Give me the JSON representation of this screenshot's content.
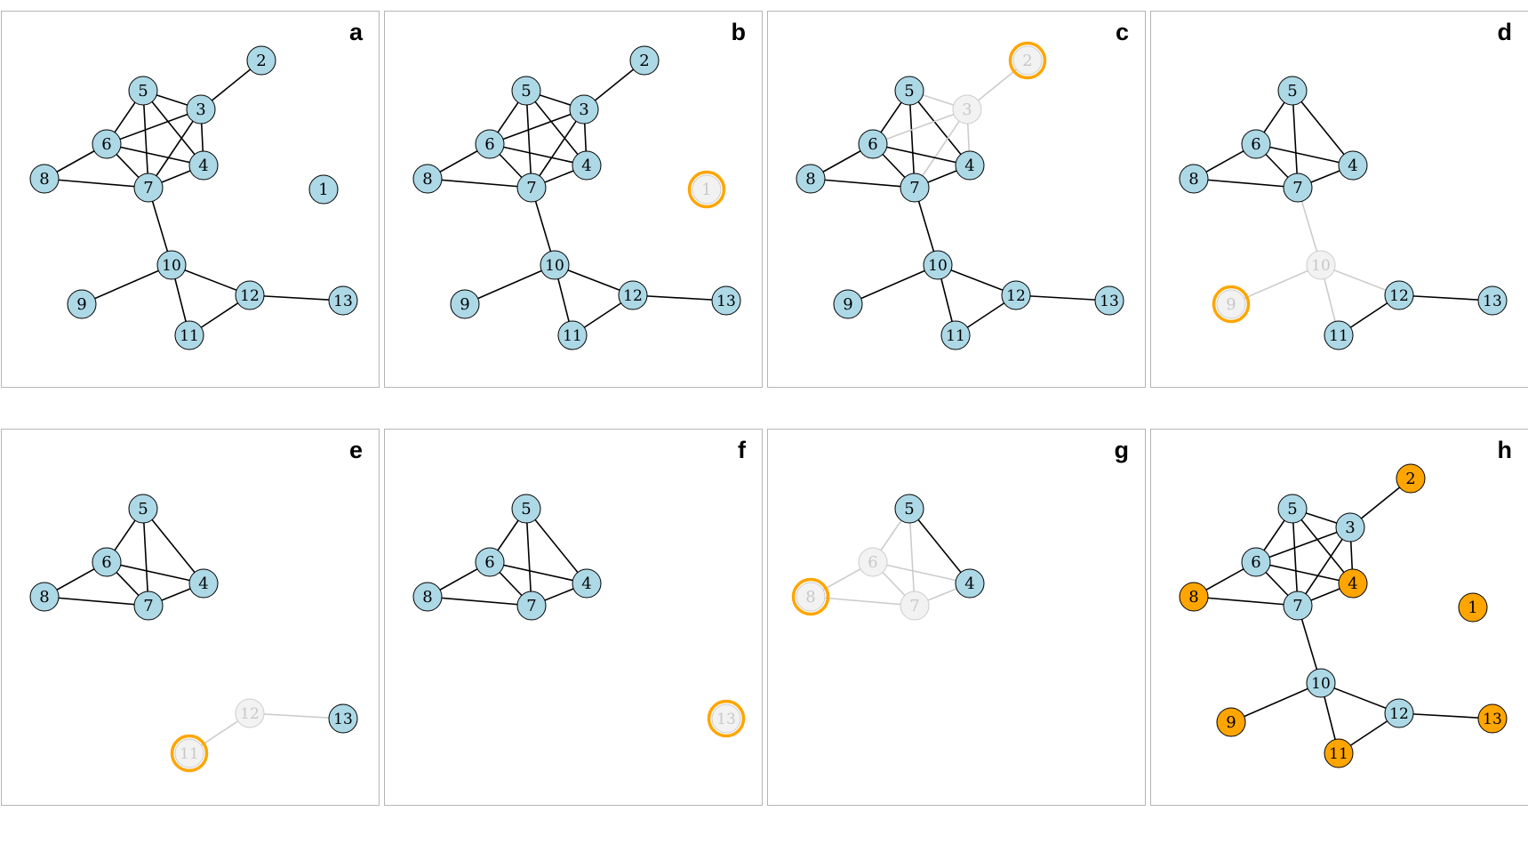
{
  "colors": {
    "default": "#add8e6",
    "removed": "#f2f2f2",
    "removed_stroke": "#cccccc",
    "highlight_ring": "#ffa500",
    "orange_fill": "#ffa500",
    "edge": "#000000",
    "edge_removed": "#cccccc"
  },
  "nodes": [
    "1",
    "2",
    "3",
    "4",
    "5",
    "6",
    "7",
    "8",
    "9",
    "10",
    "11",
    "12",
    "13"
  ],
  "edges": [
    [
      "2",
      "3"
    ],
    [
      "5",
      "3"
    ],
    [
      "5",
      "6"
    ],
    [
      "5",
      "7"
    ],
    [
      "5",
      "4"
    ],
    [
      "3",
      "6"
    ],
    [
      "3",
      "4"
    ],
    [
      "3",
      "7"
    ],
    [
      "6",
      "4"
    ],
    [
      "6",
      "7"
    ],
    [
      "6",
      "8"
    ],
    [
      "8",
      "7"
    ],
    [
      "7",
      "4"
    ],
    [
      "7",
      "10"
    ],
    [
      "10",
      "9"
    ],
    [
      "10",
      "12"
    ],
    [
      "10",
      "11"
    ],
    [
      "12",
      "11"
    ],
    [
      "12",
      "13"
    ]
  ],
  "panels": [
    {
      "label": "a",
      "hidden": [],
      "faded": [],
      "ringed": [],
      "orange": []
    },
    {
      "label": "b",
      "hidden": [],
      "faded": [
        "1"
      ],
      "ringed": [
        "1"
      ],
      "orange": []
    },
    {
      "label": "c",
      "hidden": [
        "1"
      ],
      "faded": [
        "3",
        "2"
      ],
      "ringed": [
        "2"
      ],
      "orange": []
    },
    {
      "label": "d",
      "hidden": [
        "1",
        "2",
        "3"
      ],
      "faded": [
        "10",
        "9"
      ],
      "ringed": [
        "9"
      ],
      "orange": []
    },
    {
      "label": "e",
      "hidden": [
        "1",
        "2",
        "3",
        "9",
        "10"
      ],
      "faded": [
        "12",
        "11"
      ],
      "ringed": [
        "11"
      ],
      "orange": []
    },
    {
      "label": "f",
      "hidden": [
        "1",
        "2",
        "3",
        "9",
        "10",
        "11",
        "12"
      ],
      "faded": [
        "13"
      ],
      "ringed": [
        "13"
      ],
      "orange": []
    },
    {
      "label": "g",
      "hidden": [
        "1",
        "2",
        "3",
        "9",
        "10",
        "11",
        "12",
        "13"
      ],
      "faded": [
        "6",
        "7",
        "8"
      ],
      "ringed": [
        "8"
      ],
      "orange": []
    },
    {
      "label": "h",
      "hidden": [],
      "faded": [],
      "ringed": [],
      "orange": [
        "1",
        "2",
        "4",
        "8",
        "9",
        "11",
        "13"
      ]
    }
  ]
}
